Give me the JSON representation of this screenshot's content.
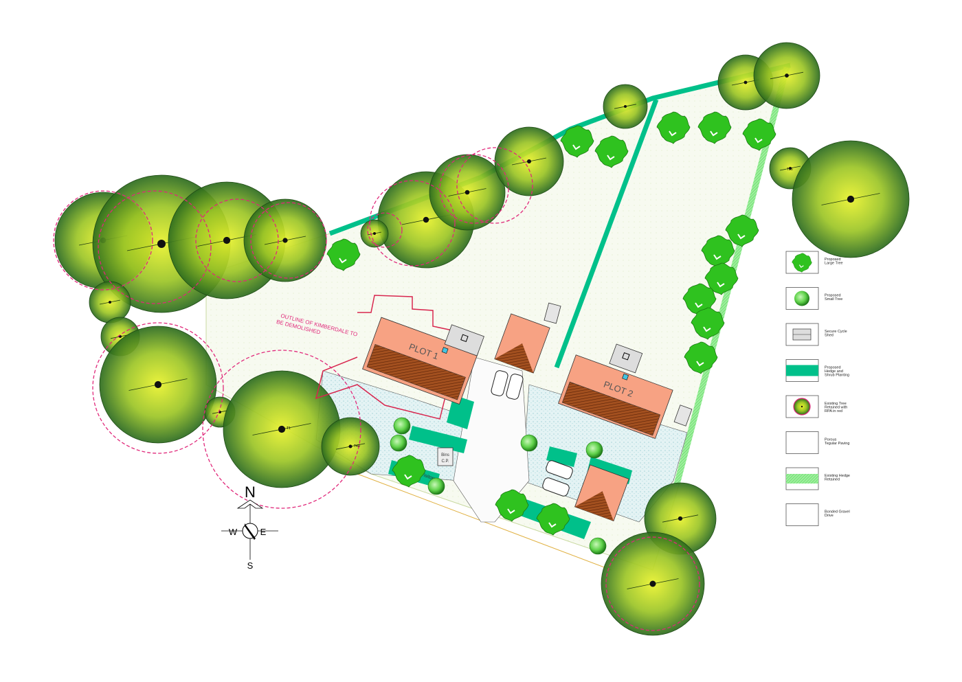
{
  "plan": {
    "plot1_label": "PLOT 1",
    "plot2_label": "PLOT 2",
    "demolish_note_line1": "OUTLINE OF KIMBERDALE TO",
    "demolish_note_line2": "BE DEMOLISHED",
    "bins_line1": "Bins",
    "bins_line2": "C.P.",
    "visitors_label": "Visitors",
    "tree_tags": [
      "T1",
      "T40",
      "T36"
    ]
  },
  "compass": {
    "north": "N",
    "south": "S",
    "east": "E",
    "west": "W"
  },
  "legend": {
    "items": [
      {
        "line1": "Proposed",
        "line2": "Large Tree",
        "line3": ""
      },
      {
        "line1": "Proposed",
        "line2": "Small Tree",
        "line3": ""
      },
      {
        "line1": "Secure Cycle",
        "line2": "Shed",
        "line3": ""
      },
      {
        "line1": "Proposed",
        "line2": "Hedge and",
        "line3": "Shrub Planting"
      },
      {
        "line1": "Existing Tree",
        "line2": "Retained with",
        "line3": "RPA in red"
      },
      {
        "line1": "Porous",
        "line2": "Tegular Paving",
        "line3": ""
      },
      {
        "line1": "Existing Hedge",
        "line2": "Retained",
        "line3": ""
      },
      {
        "line1": "Bonded Gravel",
        "line2": "Drive",
        "line3": ""
      }
    ]
  },
  "colors": {
    "hedge": "#00c08a",
    "existing_hedge": "#7de87d",
    "tree_dark": "#2f6f1f",
    "tree_light": "#e6f02a",
    "rpa": "#e0287a",
    "roof": "#f7a283",
    "roof_hatch": "#8b3a12",
    "proposed_tree": "#2fc21f",
    "paving": "#dff2f4"
  }
}
